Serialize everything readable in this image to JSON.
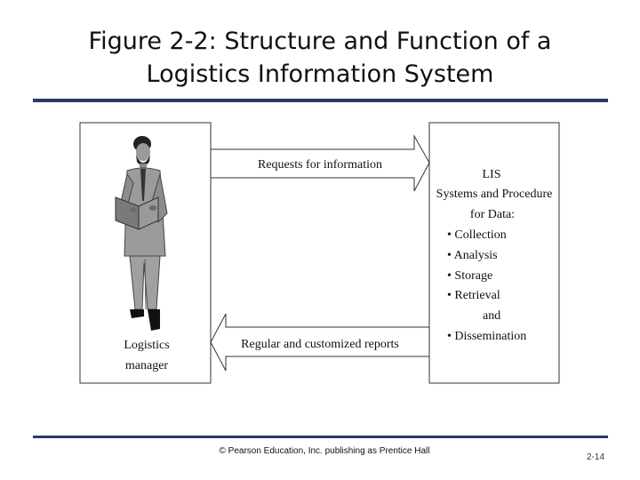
{
  "slide": {
    "title_line1": "Figure 2-2:  Structure and Function of a",
    "title_line2": "Logistics Information System",
    "footer": "© Pearson Education, Inc. publishing as Prentice Hall",
    "page_number": "2-14"
  },
  "diagram": {
    "left_box": {
      "label_line1": "Logistics",
      "label_line2": "manager",
      "illustration": "businessman-figure"
    },
    "right_box": {
      "lines": [
        "LIS",
        "Systems and Procedure",
        "for Data:",
        "• Collection",
        "• Analysis",
        "• Storage",
        "• Retrieval",
        "and",
        "• Dissemination"
      ]
    },
    "arrows": {
      "top": "Requests for information",
      "bottom": "Regular and customized reports"
    }
  }
}
